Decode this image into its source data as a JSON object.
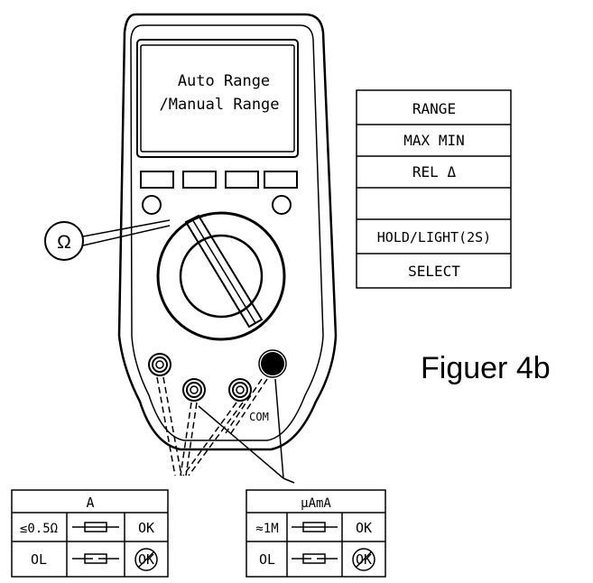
{
  "display": {
    "line1": "Auto Range",
    "line2": "/Manual Range"
  },
  "ohm_symbol": "Ω",
  "terminal_com_label": "COM",
  "function_table": {
    "rows": [
      "RANGE",
      "MAX MIN",
      "REL Δ",
      "",
      "HOLD/LIGHT(2S)",
      "SELECT"
    ]
  },
  "figure_caption": "Figuer 4b",
  "fuse_table_a": {
    "header": "A",
    "rows": [
      {
        "condition": "≤0.5Ω",
        "result": "OK",
        "fuse": "intact"
      },
      {
        "condition": "OL",
        "result": "OK",
        "fuse": "blown",
        "result_marked": true
      }
    ]
  },
  "fuse_table_ua": {
    "header": "µAmA",
    "rows": [
      {
        "condition": "≈1M",
        "result": "OK",
        "fuse": "intact"
      },
      {
        "condition": "OL",
        "result": "OK",
        "fuse": "blown",
        "result_marked": true
      }
    ]
  },
  "colors": {
    "ink": "#000000",
    "background": "#ffffff"
  }
}
